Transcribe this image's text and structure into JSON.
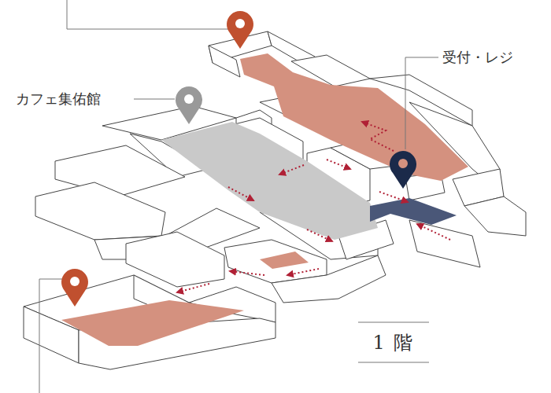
{
  "diagram": {
    "labels": [
      "カフェ集佑館",
      "受付・レジ",
      "1 階"
    ]
  }
}
